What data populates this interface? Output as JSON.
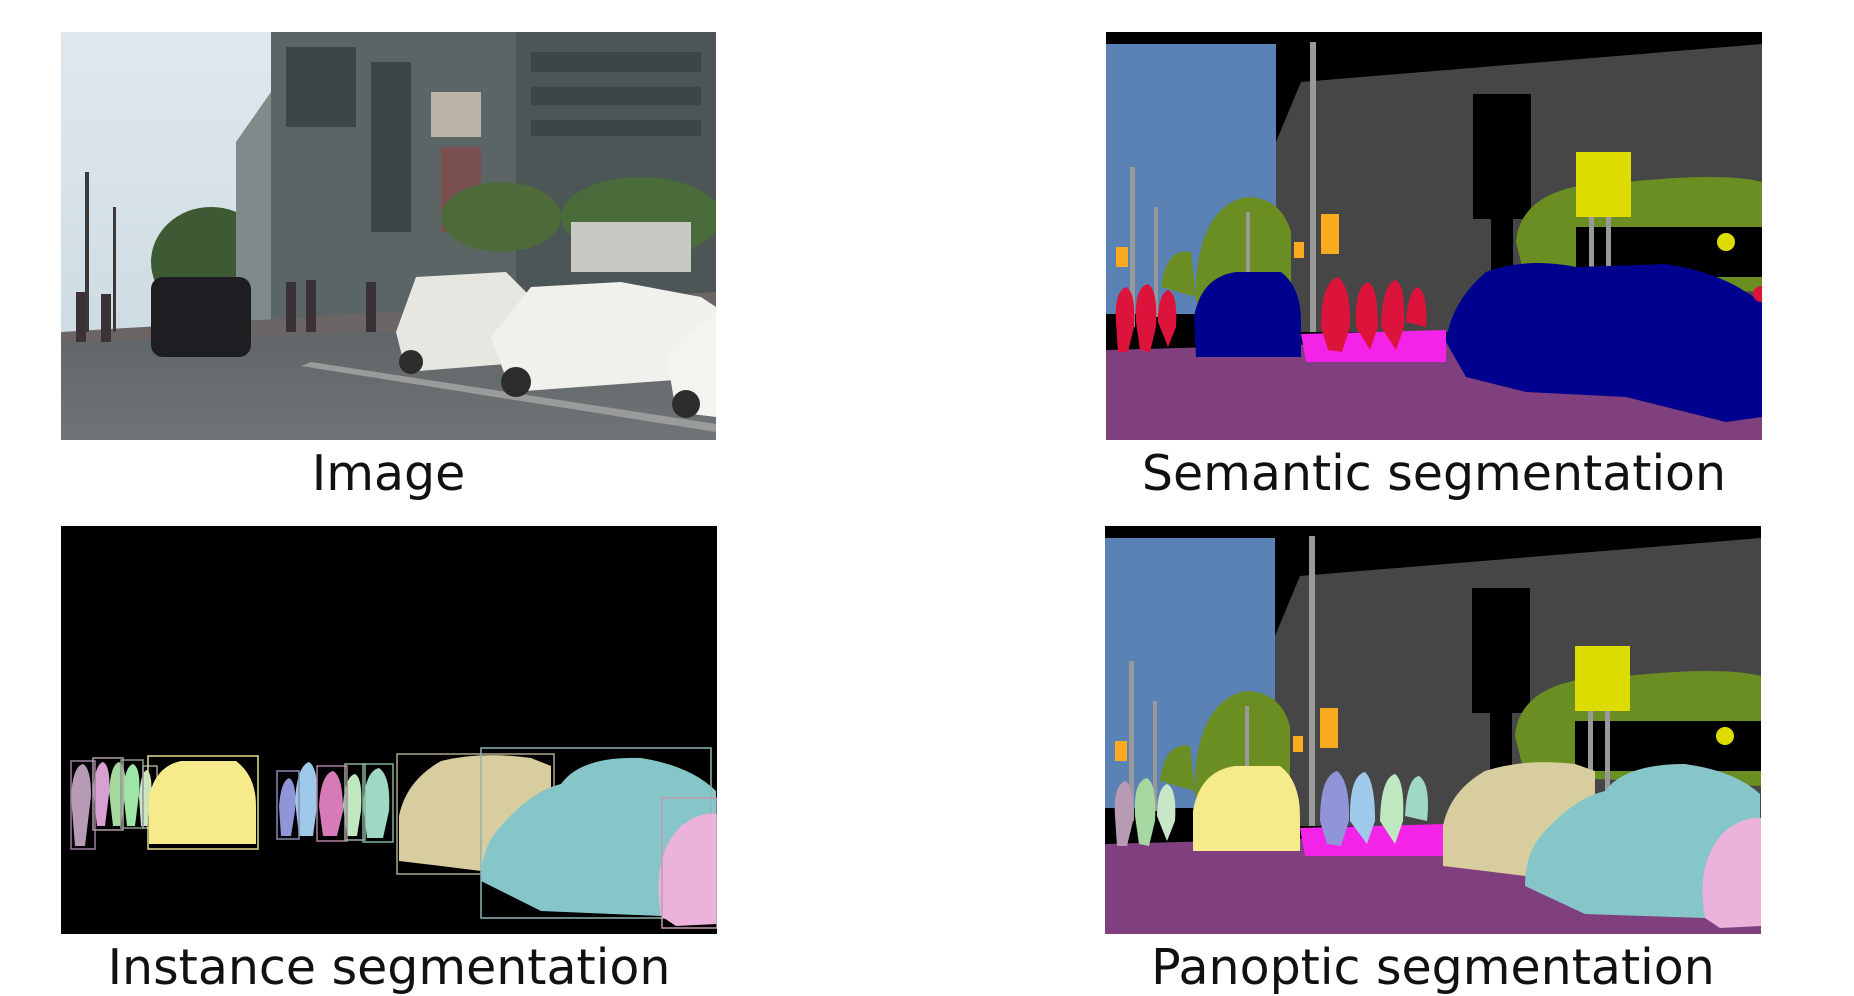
{
  "panels": {
    "image": {
      "caption": "Image"
    },
    "semantic": {
      "caption": "Semantic segmentation"
    },
    "instance": {
      "caption": "Instance segmentation"
    },
    "panoptic": {
      "caption": "Panoptic segmentation"
    }
  },
  "colors": {
    "sky": "#5A82B4",
    "building": "#464646",
    "road": "#80407F",
    "sidewalk": "#F423E8",
    "vegetation": "#6B8E23",
    "car": "#00008E",
    "person": "#DC143C",
    "traffic_light": "#FAAA1E",
    "traffic_sign": "#DCDC00",
    "pole": "#999999",
    "background": "#000000"
  }
}
